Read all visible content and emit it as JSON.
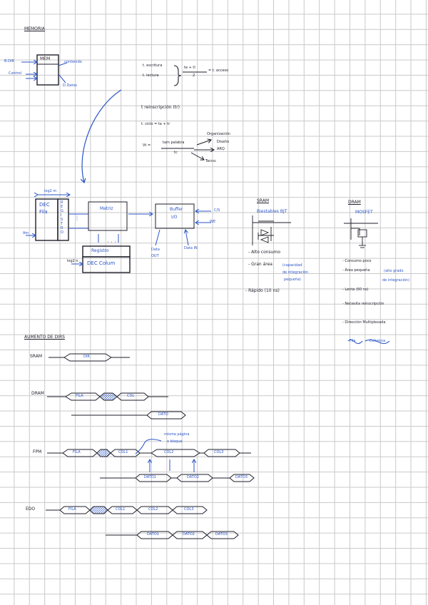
{
  "memoria": {
    "title": "MEMORIA",
    "block": {
      "mem": "MEM",
      "bdir": "B.DIR",
      "control": "Control",
      "contenido": "contenido",
      "ddatos": "D.Datos"
    },
    "times": {
      "escritura": "t. escritura",
      "lectura": "t. lectura",
      "formula": "te + tl",
      "denom": "2",
      "acceso": "= t. acceso",
      "reinscripcion": "t reinscripción (tr)",
      "ciclo": "t. ciclo = ta + tr",
      "vt": "Vt =",
      "vt_num": "tam palabra",
      "vt_den": "tc",
      "organizacion": "Organización",
      "diseno": "Diseño",
      "arq": "ARQ",
      "tecno": "Tecno."
    }
  },
  "diagram": {
    "log2m": "log2 m",
    "dec_fila": [
      "DEC",
      "Fila"
    ],
    "registro_vertical": [
      "R",
      "E",
      "G",
      "I",
      "S",
      "T",
      "R",
      "O"
    ],
    "am": "Am",
    "matriz": "Matriz",
    "buffer": [
      "Buffer",
      "I/O"
    ],
    "cs": "C/S",
    "we": "WE",
    "data_out": [
      "Data",
      "OUT"
    ],
    "data_in": "Data IN",
    "registro": "Registro",
    "dec_colum": "DEC Colum",
    "log2n": "log2 n"
  },
  "sram": {
    "title": "SRAM",
    "sub": "Biestables BJT",
    "items": [
      "- Alto consumo",
      "- Gran área",
      "- Rápido (10 ns)"
    ],
    "area_note": [
      "(capacidad",
      "de integración",
      "pequeña)"
    ]
  },
  "dram": {
    "title": "DRAM",
    "sub": "MOSFET",
    "items": [
      "- Consumo poco",
      "- Área pequeña",
      "- Lenta (60 ns)",
      "- Necesita reinscripción",
      "- Dirección Multiplexada"
    ],
    "area_note": [
      "(alto grado",
      "de integración)"
    ],
    "fila": "Fila",
    "columna": "Columna"
  },
  "aumento": {
    "title": "AUMENTO DE DIRS",
    "sram": {
      "label": "SRAM",
      "dir": "DIR"
    },
    "dram": {
      "label": "DRAM",
      "fila": "FILA",
      "col": "COL",
      "dato": "DATO"
    },
    "fpm": {
      "label": "FPM",
      "fila": "FILA",
      "cols": [
        "COL1",
        "COL2",
        "COL3"
      ],
      "datos": [
        "DATO1",
        "DATO2",
        "DATO3"
      ],
      "note": [
        "misma página",
        "o bloque"
      ]
    },
    "edo": {
      "label": "EDO",
      "fila": "FILA",
      "cols": [
        "COL1",
        "COL2",
        "COL3"
      ],
      "datos": [
        "DATO1",
        "DATO2",
        "DATO3"
      ]
    }
  }
}
